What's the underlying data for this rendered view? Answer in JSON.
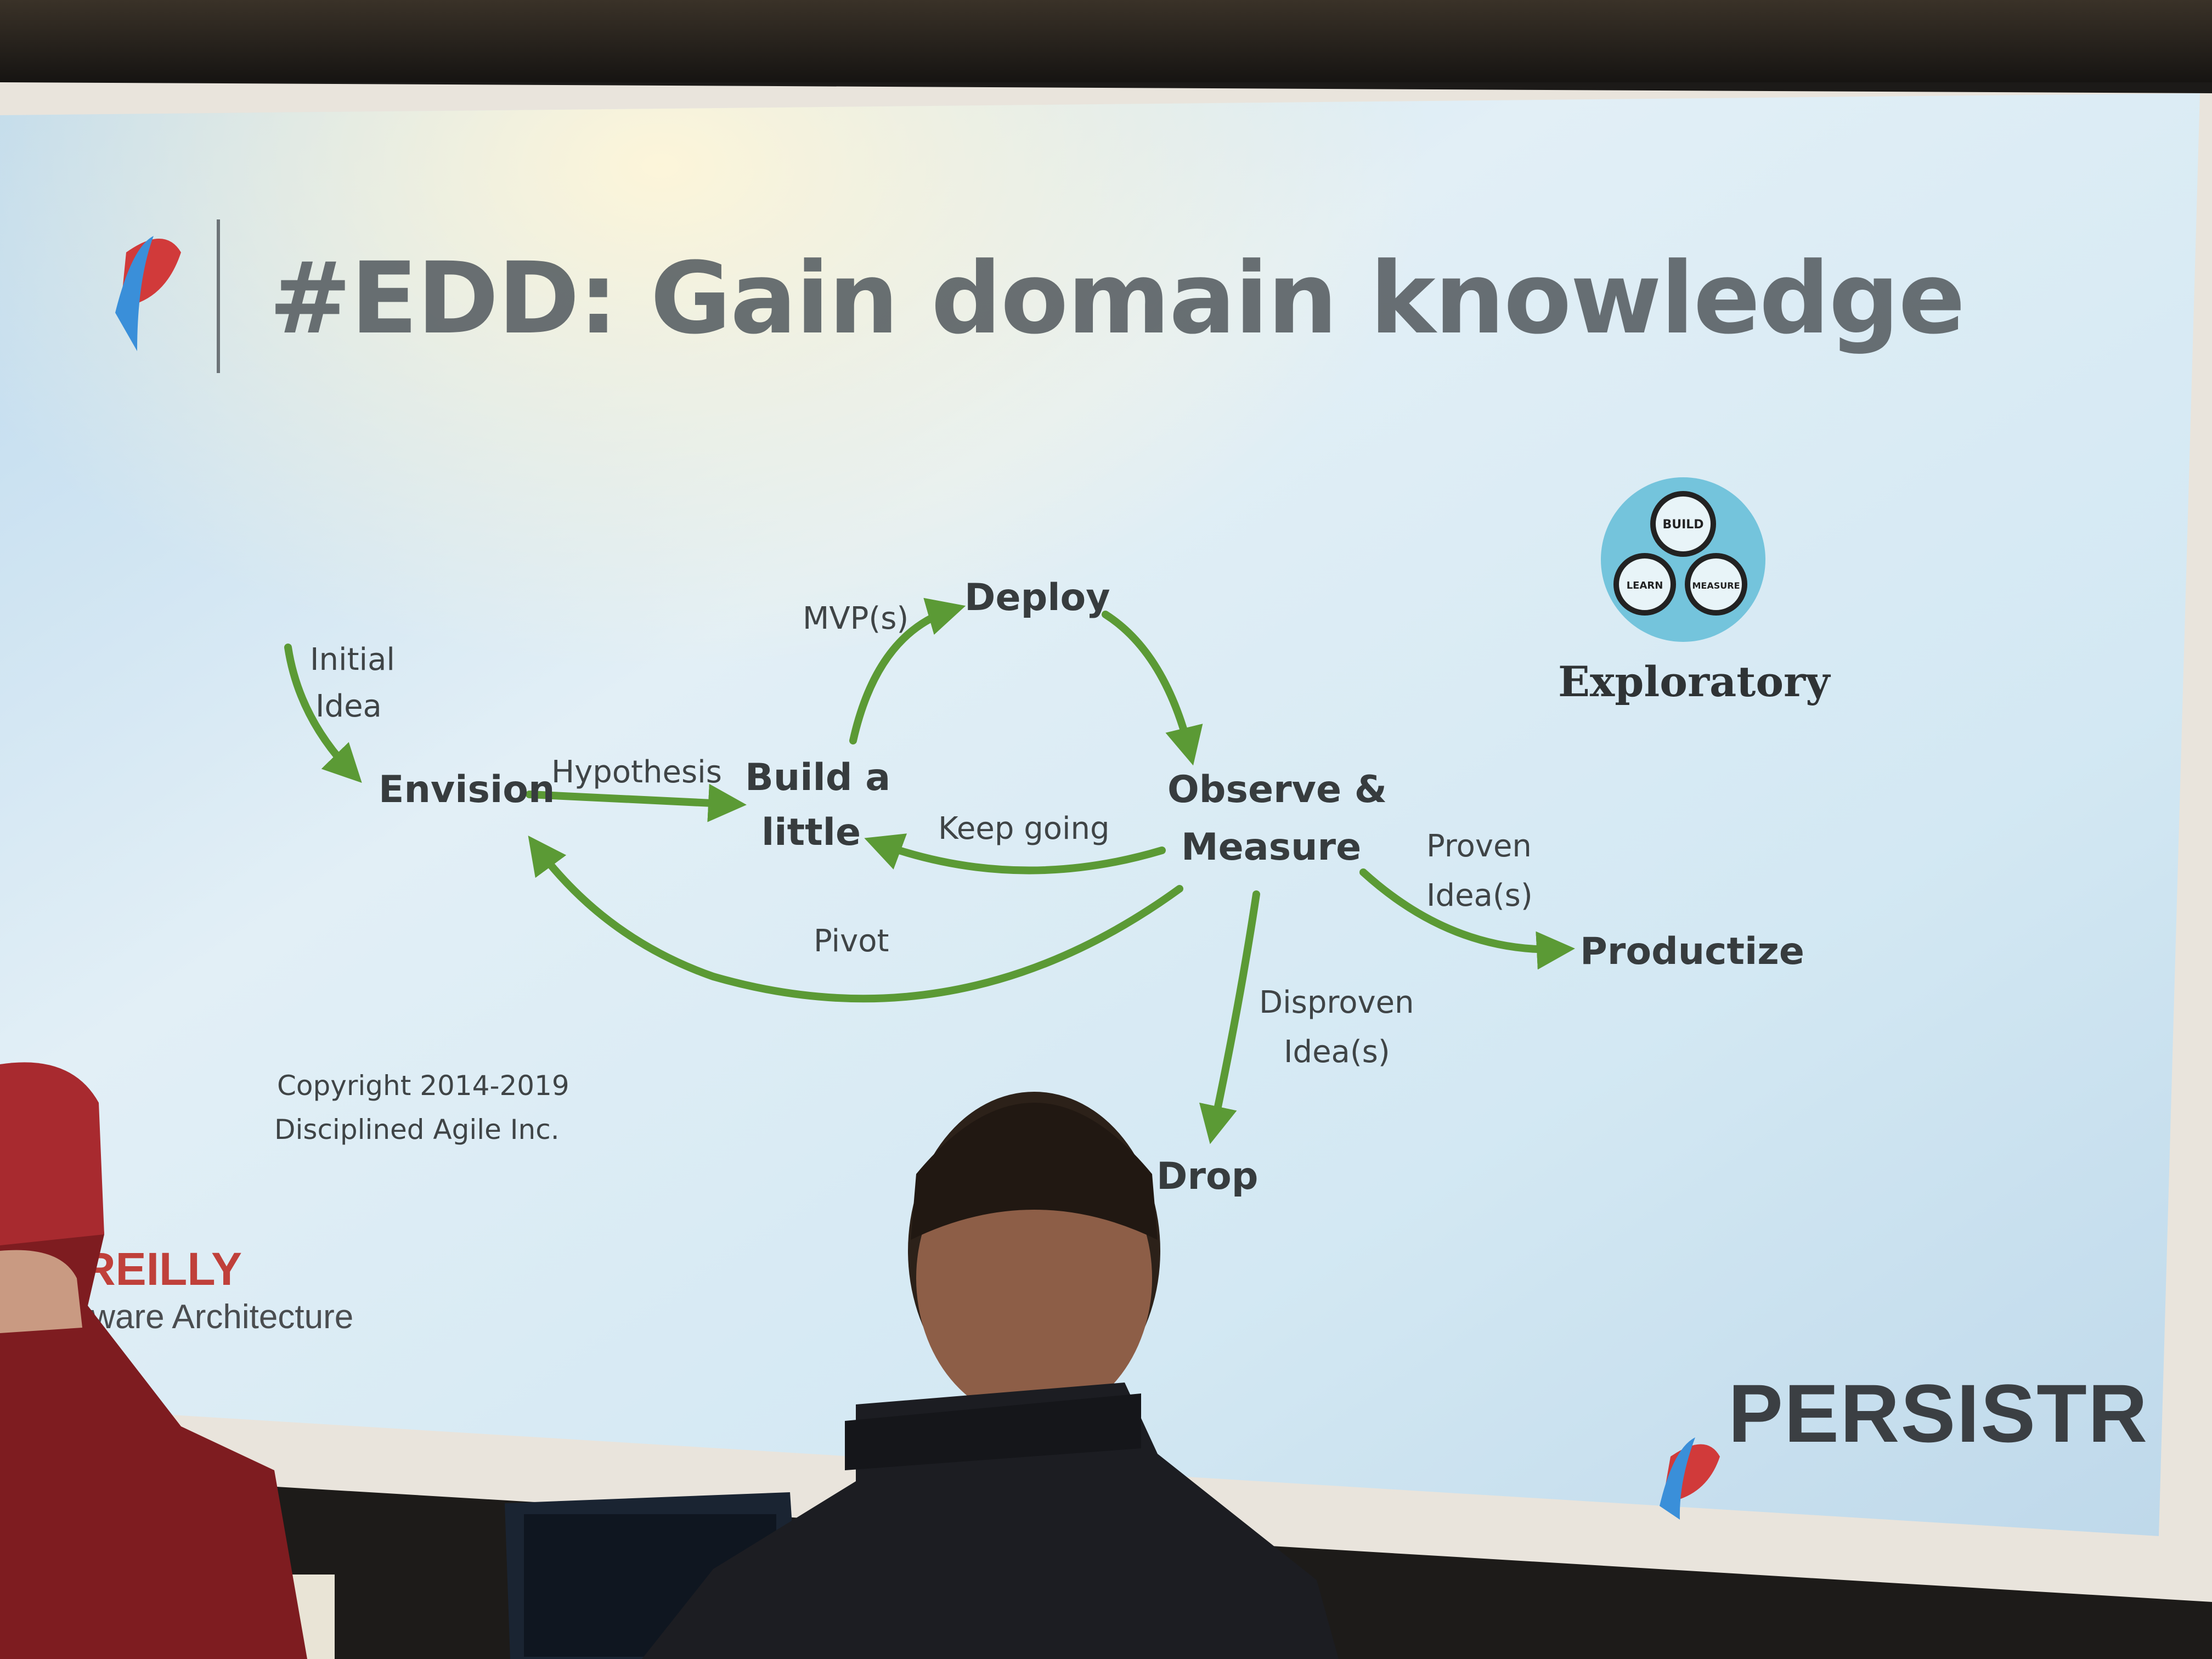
{
  "slide": {
    "title": "#EDD: Gain domain knowledge",
    "nodes": {
      "envision": "Envision",
      "build_line1": "Build a",
      "build_line2": "little",
      "deploy": "Deploy",
      "observe_line1": "Observe &",
      "observe_line2": "Measure",
      "productize": "Productize",
      "drop": "Drop"
    },
    "edge_labels": {
      "initial_line1": "Initial",
      "initial_line2": "Idea",
      "hypothesis": "Hypothesis",
      "mvps": "MVP(s)",
      "keep_going": "Keep going",
      "pivot": "Pivot",
      "proven_line1": "Proven",
      "proven_line2": "Idea(s)",
      "disproven_line1": "Disproven",
      "disproven_line2": "Idea(s)"
    },
    "exploratory_badge": {
      "label": "Exploratory",
      "circle_build": "BUILD",
      "circle_learn": "LEARN",
      "circle_measure": "MEASURE"
    },
    "copyright_line1": "Copyright 2014-2019",
    "copyright_line2": "Disciplined Agile Inc.",
    "conference_logo_line1": "REILLY",
    "conference_logo_line2": "tware Architecture",
    "brand": "PERSISTR"
  },
  "colors": {
    "arrow_green": "#5b9a35",
    "slide_blue": "#cfe6f3",
    "brand_red": "#d13a3a",
    "brand_blue": "#3a8fd9"
  },
  "icons": [
    "persistr-logo-icon",
    "build-measure-learn-icon"
  ]
}
